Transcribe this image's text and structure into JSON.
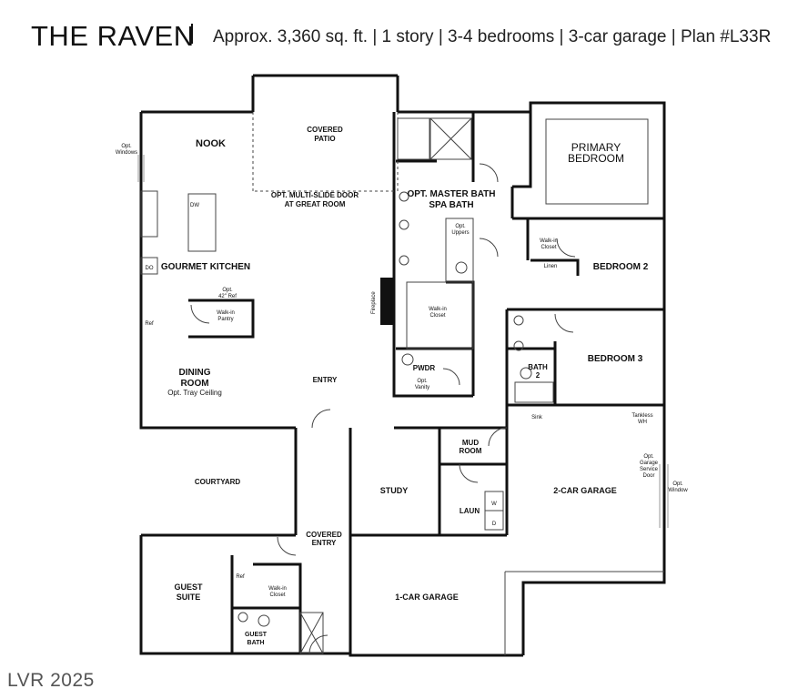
{
  "header": {
    "plan_name": "THE RAVEN",
    "specs": "Approx. 3,360 sq. ft. | 1 story | 3-4 bedrooms | 3-car garage | Plan #L33R"
  },
  "watermark": "LVR 2025",
  "rooms": {
    "nook": "NOOK",
    "covered_patio_1": "COVERED",
    "covered_patio_2": "PATIO",
    "primary_bedroom_1": "PRIMARY",
    "primary_bedroom_2": "BEDROOM",
    "master_bath_1": "OPT. MASTER BATH",
    "master_bath_2": "SPA BATH",
    "multislide_1": "OPT. MULTI-SLIDE DOOR",
    "multislide_2": "AT GREAT ROOM",
    "gourmet_kitchen": "GOURMET KITCHEN",
    "bedroom_2": "BEDROOM 2",
    "bedroom_3": "BEDROOM 3",
    "dining_1": "DINING",
    "dining_2": "ROOM",
    "dining_opt": "Opt. Tray Ceiling",
    "entry": "ENTRY",
    "pwdr": "PWDR",
    "bath2_1": "BATH",
    "bath2_2": "2",
    "mud_1": "MUD",
    "mud_2": "ROOM",
    "courtyard": "COURTYARD",
    "study": "STUDY",
    "laun": "LAUN",
    "garage2": "2-CAR GARAGE",
    "covered_entry_1": "COVERED",
    "covered_entry_2": "ENTRY",
    "guest_suite_1": "GUEST",
    "guest_suite_2": "SUITE",
    "garage1": "1-CAR GARAGE",
    "guest_bath_1": "GUEST",
    "guest_bath_2": "BATH"
  },
  "notes": {
    "opt_windows_1": "Opt.",
    "opt_windows_2": "Windows",
    "dw": "DW",
    "do": "DO",
    "ref_kitchen": "Ref",
    "opt_ref_1": "Opt.",
    "opt_ref_2": "42\" Ref",
    "walkin_pantry_1": "Walk-in",
    "walkin_pantry_2": "Pantry",
    "fireplace": "Fireplace",
    "opt_uppers_1": "Opt.",
    "opt_uppers_2": "Uppers",
    "walkin_closet_m_1": "Walk-in",
    "walkin_closet_m_2": "Closet",
    "walkin_closet_b2_1": "Walk-in",
    "walkin_closet_b2_2": "Closet",
    "linen": "Linen",
    "opt_vanity_1": "Opt.",
    "opt_vanity_2": "Vanity",
    "sink": "Sink",
    "tankless_1": "Tankless",
    "tankless_2": "WH",
    "washer": "W",
    "dryer": "D",
    "opt_service_door_1": "Opt.",
    "opt_service_door_2": "Garage",
    "opt_service_door_3": "Service",
    "opt_service_door_4": "Door",
    "opt_window_1": "Opt.",
    "opt_window_2": "Window",
    "ref_guest": "Ref",
    "walkin_closet_g_1": "Walk-in",
    "walkin_closet_g_2": "Closet"
  }
}
